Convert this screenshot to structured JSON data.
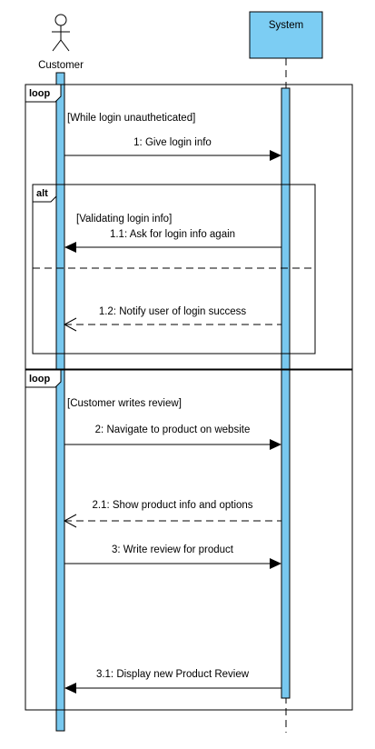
{
  "participants": [
    {
      "id": "customer",
      "name": "Customer",
      "kind": "actor"
    },
    {
      "id": "system",
      "name": "System",
      "kind": "object"
    }
  ],
  "fragments": [
    {
      "operator": "loop",
      "guard": "[While login unautheticated]"
    },
    {
      "operator": "alt",
      "guard": "[Validating login info]"
    },
    {
      "operator": "loop",
      "guard": "[Customer writes review]"
    }
  ],
  "messages": [
    {
      "label": "1: Give login info",
      "from": "customer",
      "to": "system",
      "style": "sync"
    },
    {
      "label": "1.1: Ask for login info again",
      "from": "system",
      "to": "customer",
      "style": "sync"
    },
    {
      "label": "1.2: Notify user of login success",
      "from": "system",
      "to": "customer",
      "style": "return"
    },
    {
      "label": "2: Navigate to product on website",
      "from": "customer",
      "to": "system",
      "style": "sync"
    },
    {
      "label": "2.1: Show product info and options",
      "from": "system",
      "to": "customer",
      "style": "return"
    },
    {
      "label": "3: Write review for product",
      "from": "customer",
      "to": "system",
      "style": "sync"
    },
    {
      "label": "3.1: Display new Product Review",
      "from": "system",
      "to": "customer",
      "style": "sync"
    }
  ],
  "colors": {
    "activation": "#78c8ef",
    "participant_box": "#7ccdf3",
    "frame": "#000000"
  }
}
